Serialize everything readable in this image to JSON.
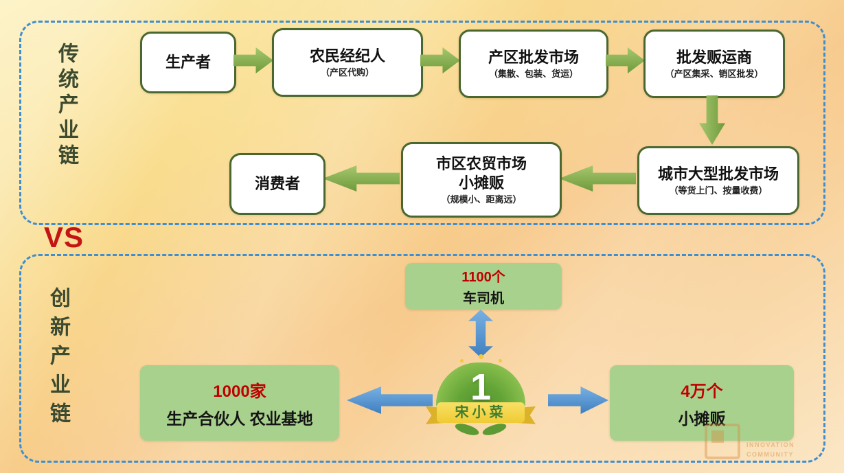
{
  "traditional": {
    "label": "传统产业链",
    "producer": {
      "title": "生产者"
    },
    "broker": {
      "title": "农民经纪人",
      "sub": "（产区代购）"
    },
    "originMarket": {
      "title": "产区批发市场",
      "sub": "（集散、包装、货运）"
    },
    "trafficker": {
      "title": "批发贩运商",
      "sub": "（产区集采、销区批发）"
    },
    "cityMarket": {
      "title": "城市大型批发市场",
      "sub": "（等货上门、按量收费）"
    },
    "urbanMarket": {
      "title": "市区农贸市场",
      "title2": "小摊贩",
      "sub": "（规模小、距离远）"
    },
    "consumer": {
      "title": "消费者"
    }
  },
  "vs": "VS",
  "innovation": {
    "label": "创新产业链",
    "logo": {
      "number": "1",
      "name": "宋小菜"
    },
    "drivers": {
      "count": "1100个",
      "label": "车司机"
    },
    "partners": {
      "count": "1000家",
      "label": "生产合伙人 农业基地"
    },
    "vendors": {
      "count": "4万个",
      "label": "小摊贩"
    }
  },
  "watermark": {
    "text": "INNOVATION COMMUNITY"
  },
  "colors": {
    "panel_border": "#3f8ed0",
    "node_border": "#49672f",
    "green_arrow": "#6e9a3c",
    "blue_arrow": "#3f7fc0",
    "green_box": "#a9d18e",
    "accent_red": "#c00000",
    "vs_red": "#c41414",
    "ribbon_yellow": "#efcb34",
    "logo_green": "#64a537"
  }
}
